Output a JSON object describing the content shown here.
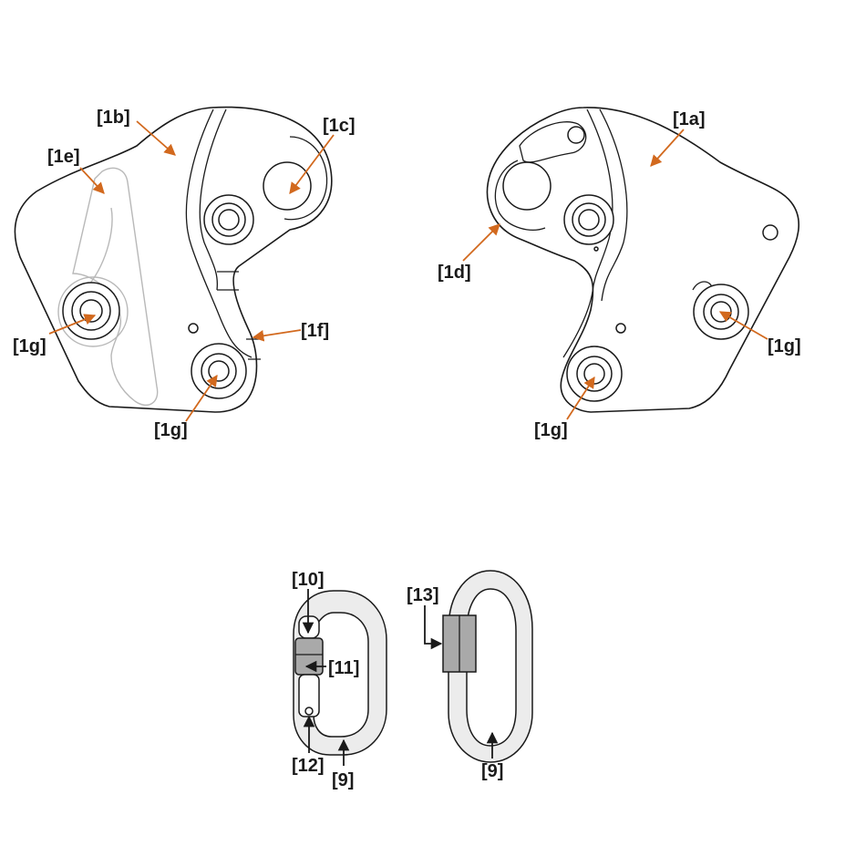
{
  "colors": {
    "outline": "#1a1a1a",
    "callout_arrow_orange": "#d2691e",
    "callout_arrow_black": "#1a1a1a",
    "ghost_part": "#b8b8b8",
    "sleeve": "#a9a9a9",
    "carabiner_fill": "#ececec"
  },
  "labels": {
    "device_left": {
      "side_plate": "[1b]",
      "cam": "[1c]",
      "handle": "[1e]",
      "friction_gap": "[1f]",
      "bolt_left": "[1g]",
      "bolt_bottom": "[1g]"
    },
    "device_right": {
      "side_plate": "[1a]",
      "cam": "[1d]",
      "bolt_right": "[1g]",
      "bolt_bottom": "[1g]"
    },
    "screwgate_carabiner": {
      "gate_top": "[10]",
      "locking_sleeve": "[11]",
      "gate_hinge": "[12]",
      "body": "[9]"
    },
    "maillon": {
      "sleeve": "[13]",
      "body": "[9]"
    }
  }
}
